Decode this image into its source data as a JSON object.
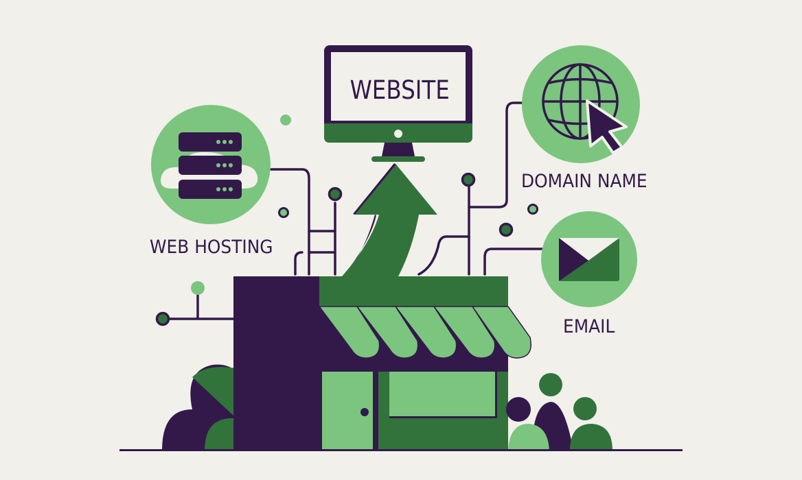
{
  "illustration": {
    "theme": "small business online presence",
    "colors": {
      "background": "#f2f0ea",
      "dark_purple": "#33194a",
      "dark_green": "#32733c",
      "light_green": "#7bc57f"
    },
    "monitor": {
      "screen_text": "WEBSITE"
    },
    "labels": {
      "web_hosting": "WEB HOSTING",
      "domain_name": "DOMAIN NAME",
      "email": "EMAIL"
    },
    "icons": [
      "server-stack-icon",
      "globe-icon",
      "cursor-icon",
      "envelope-icon",
      "up-arrow-icon",
      "storefront",
      "people-icon",
      "bush"
    ]
  }
}
